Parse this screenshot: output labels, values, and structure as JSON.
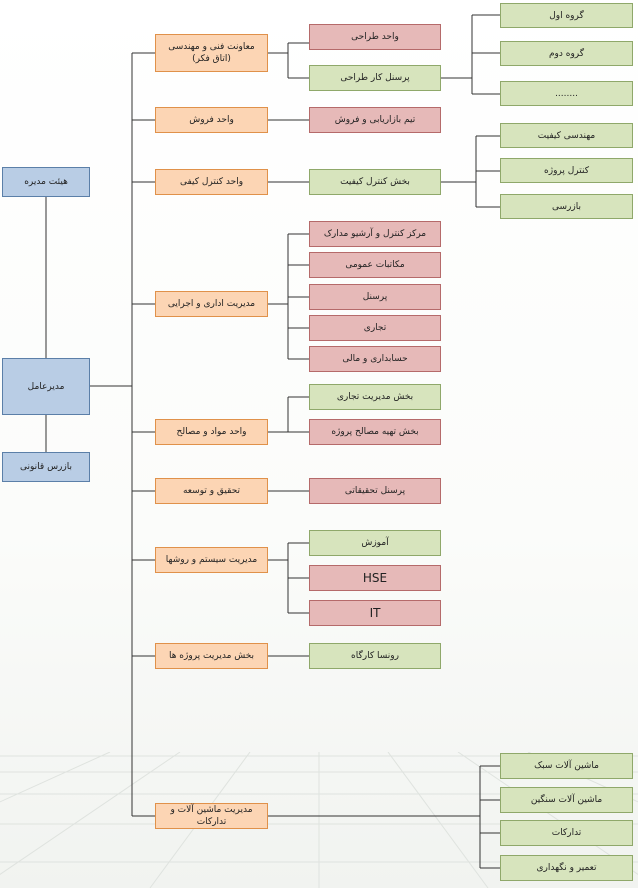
{
  "board": "هیئت مدیره",
  "ceo": "مدیرعامل",
  "auditor": "بازرس قانونی",
  "departments": [
    {
      "label": "معاونت فنی و مهندسی (اتاق فکر)",
      "subs": [
        "واحد طراحی",
        "پرسنل کار طراحی"
      ],
      "groups": [
        "گروه اول",
        "گروه دوم",
        "........"
      ]
    },
    {
      "label": "واحد فروش",
      "subs": [
        "تیم بازاریابی و فروش"
      ]
    },
    {
      "label": "واحد کنترل کیفی",
      "subs": [
        "بخش کنترل کیفیت"
      ],
      "groups": [
        "مهندسی کیفیت",
        "کنترل پروژه",
        "بازرسی"
      ]
    },
    {
      "label": "مدیریت اداری و اجرایی",
      "subs": [
        "مرکز کنترل و آرشیو مدارک",
        "مکاتبات عمومی",
        "پرسنل",
        "تجاری",
        "حسابداری و مالی"
      ]
    },
    {
      "label": "واحد مواد و مصالح",
      "subs": [
        "بخش مدیریت تجاری",
        "بخش تهیه مصالح پروژه"
      ]
    },
    {
      "label": "تحقیق و توسعه",
      "subs": [
        "پرسنل تحقیقاتی"
      ]
    },
    {
      "label": "مدیریت سیستم و روشها",
      "subs": [
        "آموزش",
        "HSE",
        "IT"
      ]
    },
    {
      "label": "بخش مدیریت پروژه ها",
      "subs": [
        "رونسا کارگاه"
      ]
    },
    {
      "label": "مدیریت ماشین آلات و تدارکات",
      "groups": [
        "ماشین آلات سبک",
        "ماشین آلات سنگین",
        "تدارکات",
        "تعمیر و نگهداری"
      ]
    }
  ]
}
